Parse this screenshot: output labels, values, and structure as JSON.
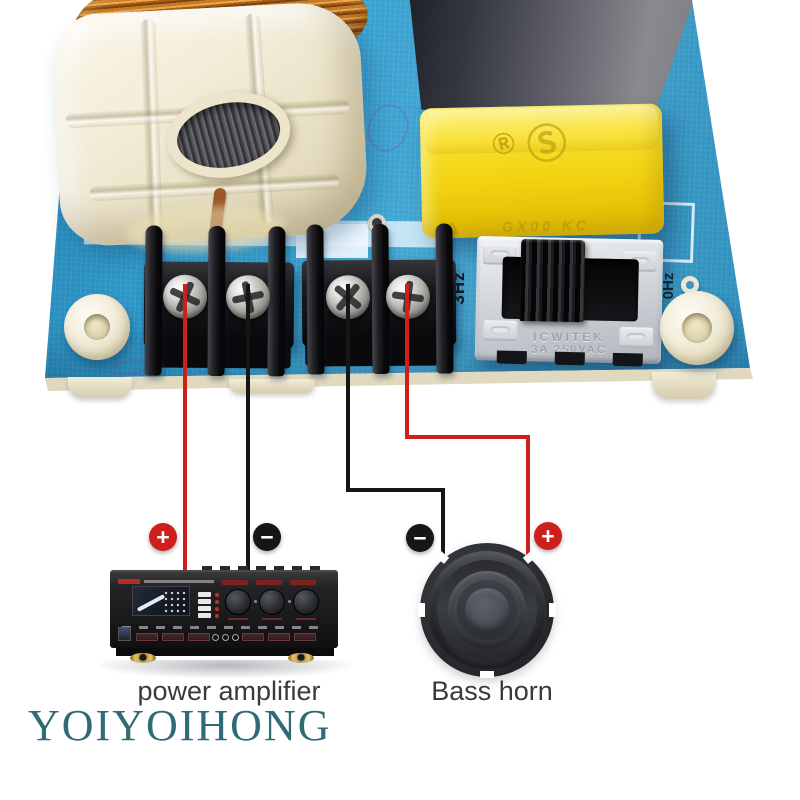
{
  "watermark": {
    "text": "YOIYOIHONG",
    "color": "#2e6b74"
  },
  "captions": {
    "amplifier": "power amplifier",
    "speaker": "Bass horn"
  },
  "pcb": {
    "board_color": "#2e9ccd",
    "label_left_of_switch": "3Hz",
    "label_right_of_switch": "0Hz",
    "switch_stamp_line1": "ICWITEK",
    "switch_stamp_line2": "3A 250VAC",
    "yellow_cap_mark_r": "Ⓡ",
    "yellow_cap_mark_s": "Ⓢ",
    "yellow_cap_mark_triangle": "△",
    "yellow_cap_mark_code": "GX00 KC"
  },
  "wiring": {
    "red_color": "#cf1f1c",
    "black_color": "#161616",
    "terminals": [
      {
        "polarity": "+",
        "wire": "red",
        "connects_to": "power amplifier"
      },
      {
        "polarity": "−",
        "wire": "black",
        "connects_to": "power amplifier"
      },
      {
        "polarity": "−",
        "wire": "black",
        "connects_to": "Bass horn"
      },
      {
        "polarity": "+",
        "wire": "red",
        "connects_to": "Bass horn"
      }
    ]
  }
}
